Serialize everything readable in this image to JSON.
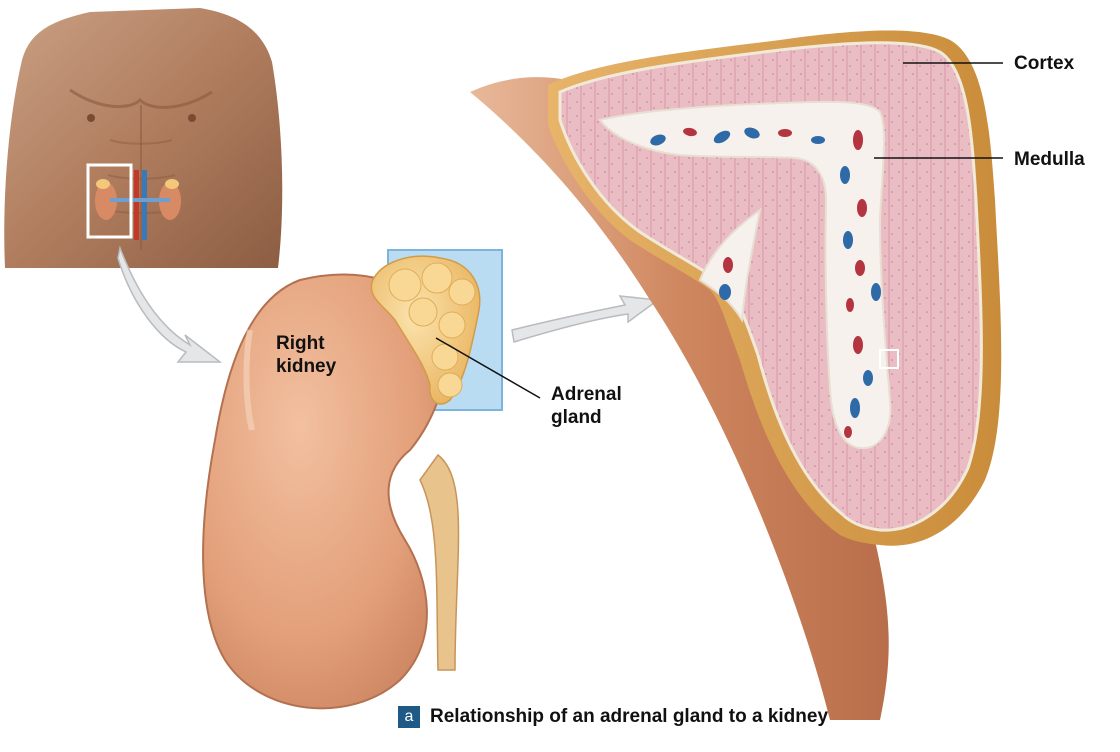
{
  "labels": {
    "cortex": "Cortex",
    "medulla": "Medulla",
    "right_kidney": "Right\nkidney",
    "adrenal_gland": "Adrenal\ngland"
  },
  "caption": {
    "letter": "a",
    "text": "Relationship of an adrenal gland to a kidney"
  },
  "colors": {
    "kidney": "#e3a07a",
    "adrenal": "#f2c97a",
    "cortex": "#e8b6bf",
    "medulla": "#f6f1ec",
    "highlight_box": "#b9dcf2",
    "caption_box": "#1f5a86"
  }
}
